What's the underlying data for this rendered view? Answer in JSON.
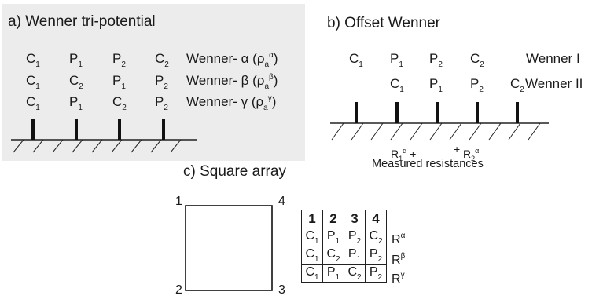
{
  "panel_a": {
    "title": "a) Wenner tri-potential",
    "rows": [
      {
        "electrodes": [
          [
            "C",
            "1"
          ],
          [
            "P",
            "1"
          ],
          [
            "P",
            "2"
          ],
          [
            "C",
            "2"
          ]
        ],
        "name": "Wenner- α (ρ",
        "sub": "a",
        "sup": "α",
        "close": ")"
      },
      {
        "electrodes": [
          [
            "C",
            "1"
          ],
          [
            "C",
            "2"
          ],
          [
            "P",
            "1"
          ],
          [
            "P",
            "2"
          ]
        ],
        "name": "Wenner- β (ρ",
        "sub": "a",
        "sup": "β",
        "close": ")"
      },
      {
        "electrodes": [
          [
            "C",
            "1"
          ],
          [
            "P",
            "1"
          ],
          [
            "C",
            "2"
          ],
          [
            "P",
            "2"
          ]
        ],
        "name": "Wenner- γ (ρ",
        "sub": "a",
        "sup": "γ",
        "close": ")"
      }
    ]
  },
  "panel_b": {
    "title": "b) Offset Wenner",
    "row1": {
      "electrodes": [
        [
          "C",
          "1"
        ],
        [
          "P",
          "1"
        ],
        [
          "P",
          "2"
        ],
        [
          "C",
          "2"
        ]
      ],
      "name": "Wenner I"
    },
    "row2": {
      "electrodes": [
        [
          "C",
          "1"
        ],
        [
          "P",
          "1"
        ],
        [
          "P",
          "2"
        ],
        [
          "C",
          "2"
        ]
      ],
      "name": "Wenner II"
    },
    "r1": {
      "main": "R",
      "sub": "1",
      "sup": "α",
      "plus": "+"
    },
    "r2": {
      "main": "R",
      "sub": "2",
      "sup": "α",
      "plus": "+"
    },
    "measured": "Measured resistances"
  },
  "panel_c": {
    "title": "c) Square array",
    "corners": {
      "tl": "1",
      "tr": "4",
      "bl": "2",
      "br": "3"
    },
    "header": [
      "1",
      "2",
      "3",
      "4"
    ],
    "rows": [
      {
        "cells": [
          [
            "C",
            "1"
          ],
          [
            "P",
            "1"
          ],
          [
            "P",
            "2"
          ],
          [
            "C",
            "2"
          ]
        ],
        "label": "R",
        "sup": "α"
      },
      {
        "cells": [
          [
            "C",
            "1"
          ],
          [
            "C",
            "2"
          ],
          [
            "P",
            "1"
          ],
          [
            "P",
            "2"
          ]
        ],
        "label": "R",
        "sup": "β"
      },
      {
        "cells": [
          [
            "C",
            "1"
          ],
          [
            "P",
            "1"
          ],
          [
            "C",
            "2"
          ],
          [
            "P",
            "2"
          ]
        ],
        "label": "R",
        "sup": "γ"
      }
    ]
  },
  "colors": {
    "panel_bg": "#ececec",
    "ink": "#1a1a1a"
  }
}
